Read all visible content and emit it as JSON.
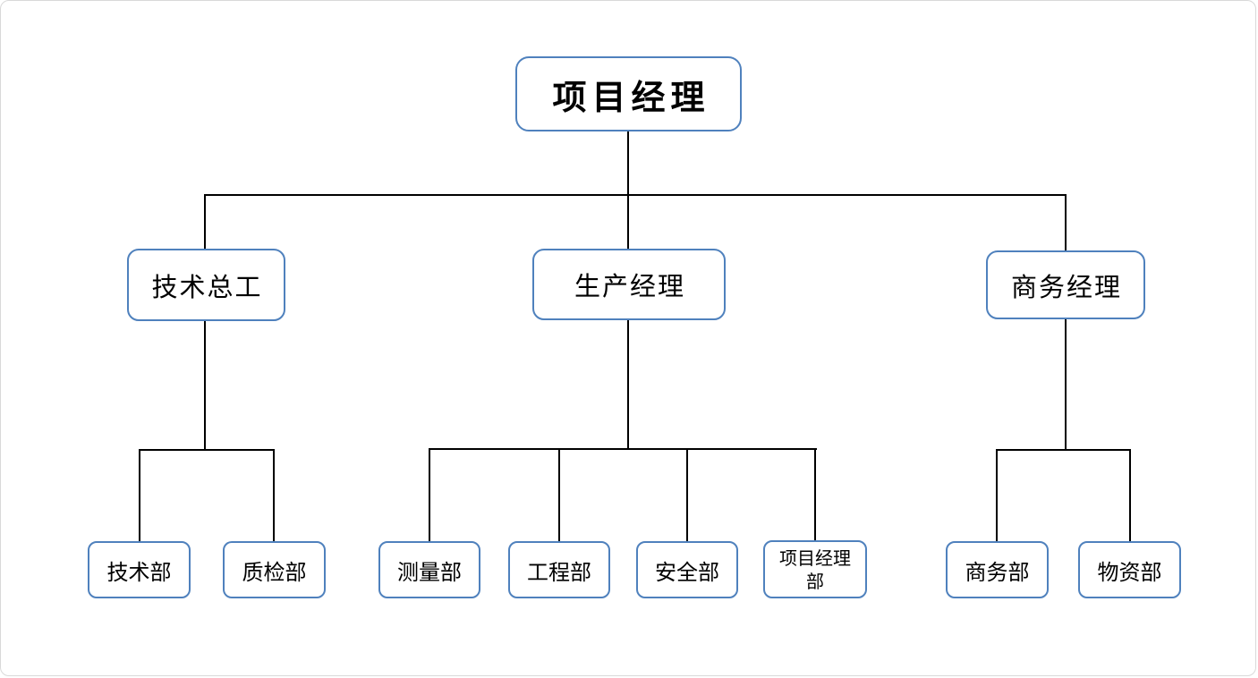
{
  "org_chart": {
    "type": "org-tree",
    "root": {
      "label": "项目经理",
      "children": [
        {
          "label": "技术总工",
          "children": [
            {
              "label": "技术部"
            },
            {
              "label": "质检部"
            }
          ]
        },
        {
          "label": "生产经理",
          "children": [
            {
              "label": "测量部"
            },
            {
              "label": "工程部"
            },
            {
              "label": "安全部"
            },
            {
              "label": "项目经理部"
            }
          ]
        },
        {
          "label": "商务经理",
          "children": [
            {
              "label": "商务部"
            },
            {
              "label": "物资部"
            }
          ]
        }
      ]
    },
    "colors": {
      "node_border": "#4f81bd",
      "node_fill": "#ffffff",
      "connector": "#000000",
      "text": "#000000",
      "page_border": "#d9d9d9"
    }
  }
}
